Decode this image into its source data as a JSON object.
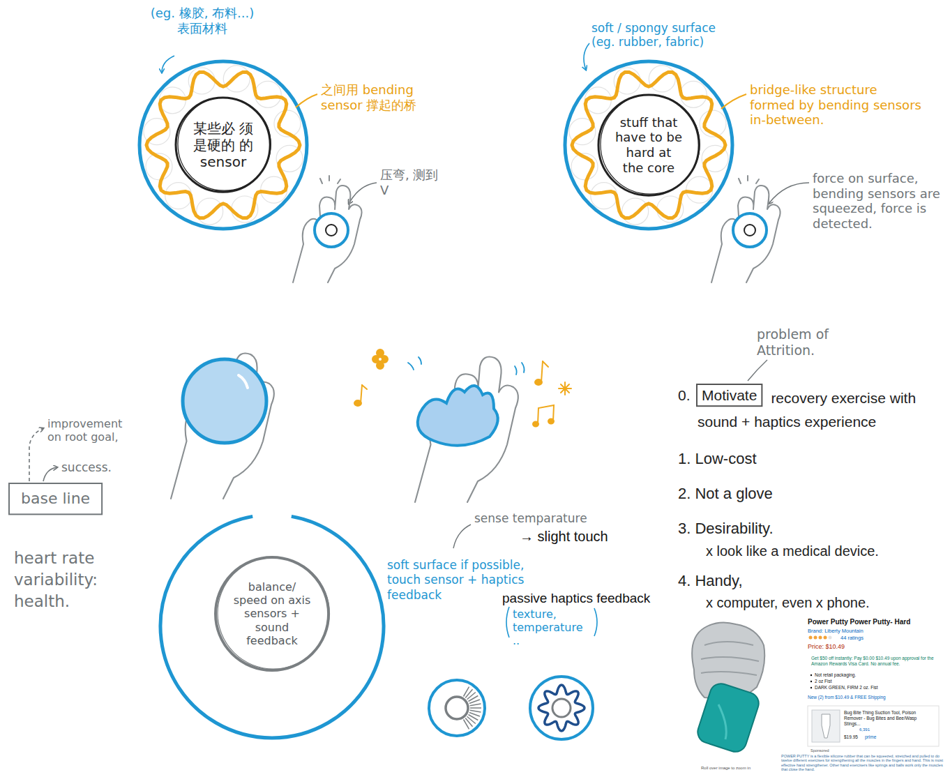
{
  "diagram": {
    "nodes": [
      {
        "text": [
          "某些必 须是硬的 的sensor"
        ]
      },
      {
        "text": [
          "stuff that have to be hard at the core"
        ]
      },
      {
        "text": [
          "base line"
        ]
      },
      {
        "text": [
          "balance/ speed on axis sensors + sound feedback"
        ]
      },
      {
        "text": [
          "Motivate"
        ]
      }
    ],
    "labels": [
      "(eg. 橡胶, 布料...) 表面材料",
      "之间用 bending sensor 撑起的桥",
      "压弯, 测到V",
      "soft / spongy surface (eg. rubber, fabric)",
      "bridge-like structure formed by bending sensors in-between.",
      "force on surface, bending sensors are squeezed, force is detected.",
      "improvement on root goal,",
      "success.",
      "heart rate variability: health.",
      "problem of Attrition.",
      "0.",
      "recovery exercise with sound + haptics experience",
      "1. Low-cost",
      "2. Not a glove",
      "3. Desirability.",
      "x look like a medical device.",
      "4. Handy,",
      "x computer, even x phone.",
      "sense temparature",
      "→ slight touch",
      "soft surface if possible, touch sensor + haptics feedback",
      "passive haptics feedback",
      "texture, temperature ..",
      "Power Putty Power Putty- Hard",
      "Brand: Liberty Mountain",
      "44 ratings",
      "Price: $10.49",
      "Get $50 off instantly: Pay $0.00 $10.49 upon approval for the Amazon Rewards Visa Card. No annual fee.",
      "Not retail packaging.",
      "2 oz Fist",
      "DARK GREEN, FIRM 2 oz. Fist",
      "New (2) from $10.49 & FREE Shipping",
      "Bug Bite Thing Suction Tool, Poison Remover - Bug Bites and Bee/Wasp Stings...",
      "6,391",
      "$19.95",
      "prime",
      "Sponsored",
      "POWER PUTTY is a flexible silicone rubber that can be squeezed, stretched and pulled to do twelve different exercises for strengthening all the muscles in the fingers and hand. This is most effective hand strengthener. Other hand exercisers like springs and balls work only the muscles that close the hand.",
      "Roll over image to zoom in"
    ]
  }
}
